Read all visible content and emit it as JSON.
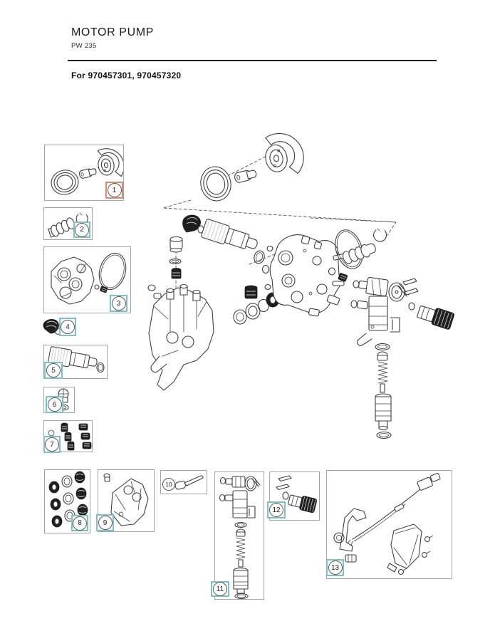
{
  "page": {
    "title": "MOTOR PUMP",
    "subtitle": "PW 235",
    "applies_to": "For 970457301, 970457320"
  },
  "colors": {
    "highlight_border": "#dd8a68",
    "callout_border": "#7fbfc6",
    "box_border": "#a3a3a3",
    "line_art": "#3f3f3f"
  },
  "callouts": [
    {
      "label": "1",
      "part": "bearing-ring-bolt-and-fan-pulley",
      "style": "highlight"
    },
    {
      "label": "2",
      "part": "worm-gear-and-circlip",
      "style": "standard"
    },
    {
      "label": "3",
      "part": "pump-block-with-o-ring",
      "style": "standard"
    },
    {
      "label": "4",
      "part": "inlet-funnel",
      "style": "standard"
    },
    {
      "label": "5",
      "part": "threaded-inlet-fitting-with-seal",
      "style": "standard"
    },
    {
      "label": "6",
      "part": "cap-nut-valve-with-ring",
      "style": "standard"
    },
    {
      "label": "7",
      "part": "valve-plug-set",
      "style": "standard"
    },
    {
      "label": "8",
      "part": "piston-seal-kit",
      "style": "standard"
    },
    {
      "label": "9",
      "part": "pump-head",
      "style": "standard"
    },
    {
      "label": "10",
      "part": "pin-and-rod",
      "style": "plain"
    },
    {
      "label": "11",
      "part": "unloader-valve-assembly",
      "style": "standard"
    },
    {
      "label": "12",
      "part": "outlet-fitting-with-clips",
      "style": "standard"
    },
    {
      "label": "13",
      "part": "micro-switch-wiring-harness",
      "style": "standard"
    }
  ]
}
